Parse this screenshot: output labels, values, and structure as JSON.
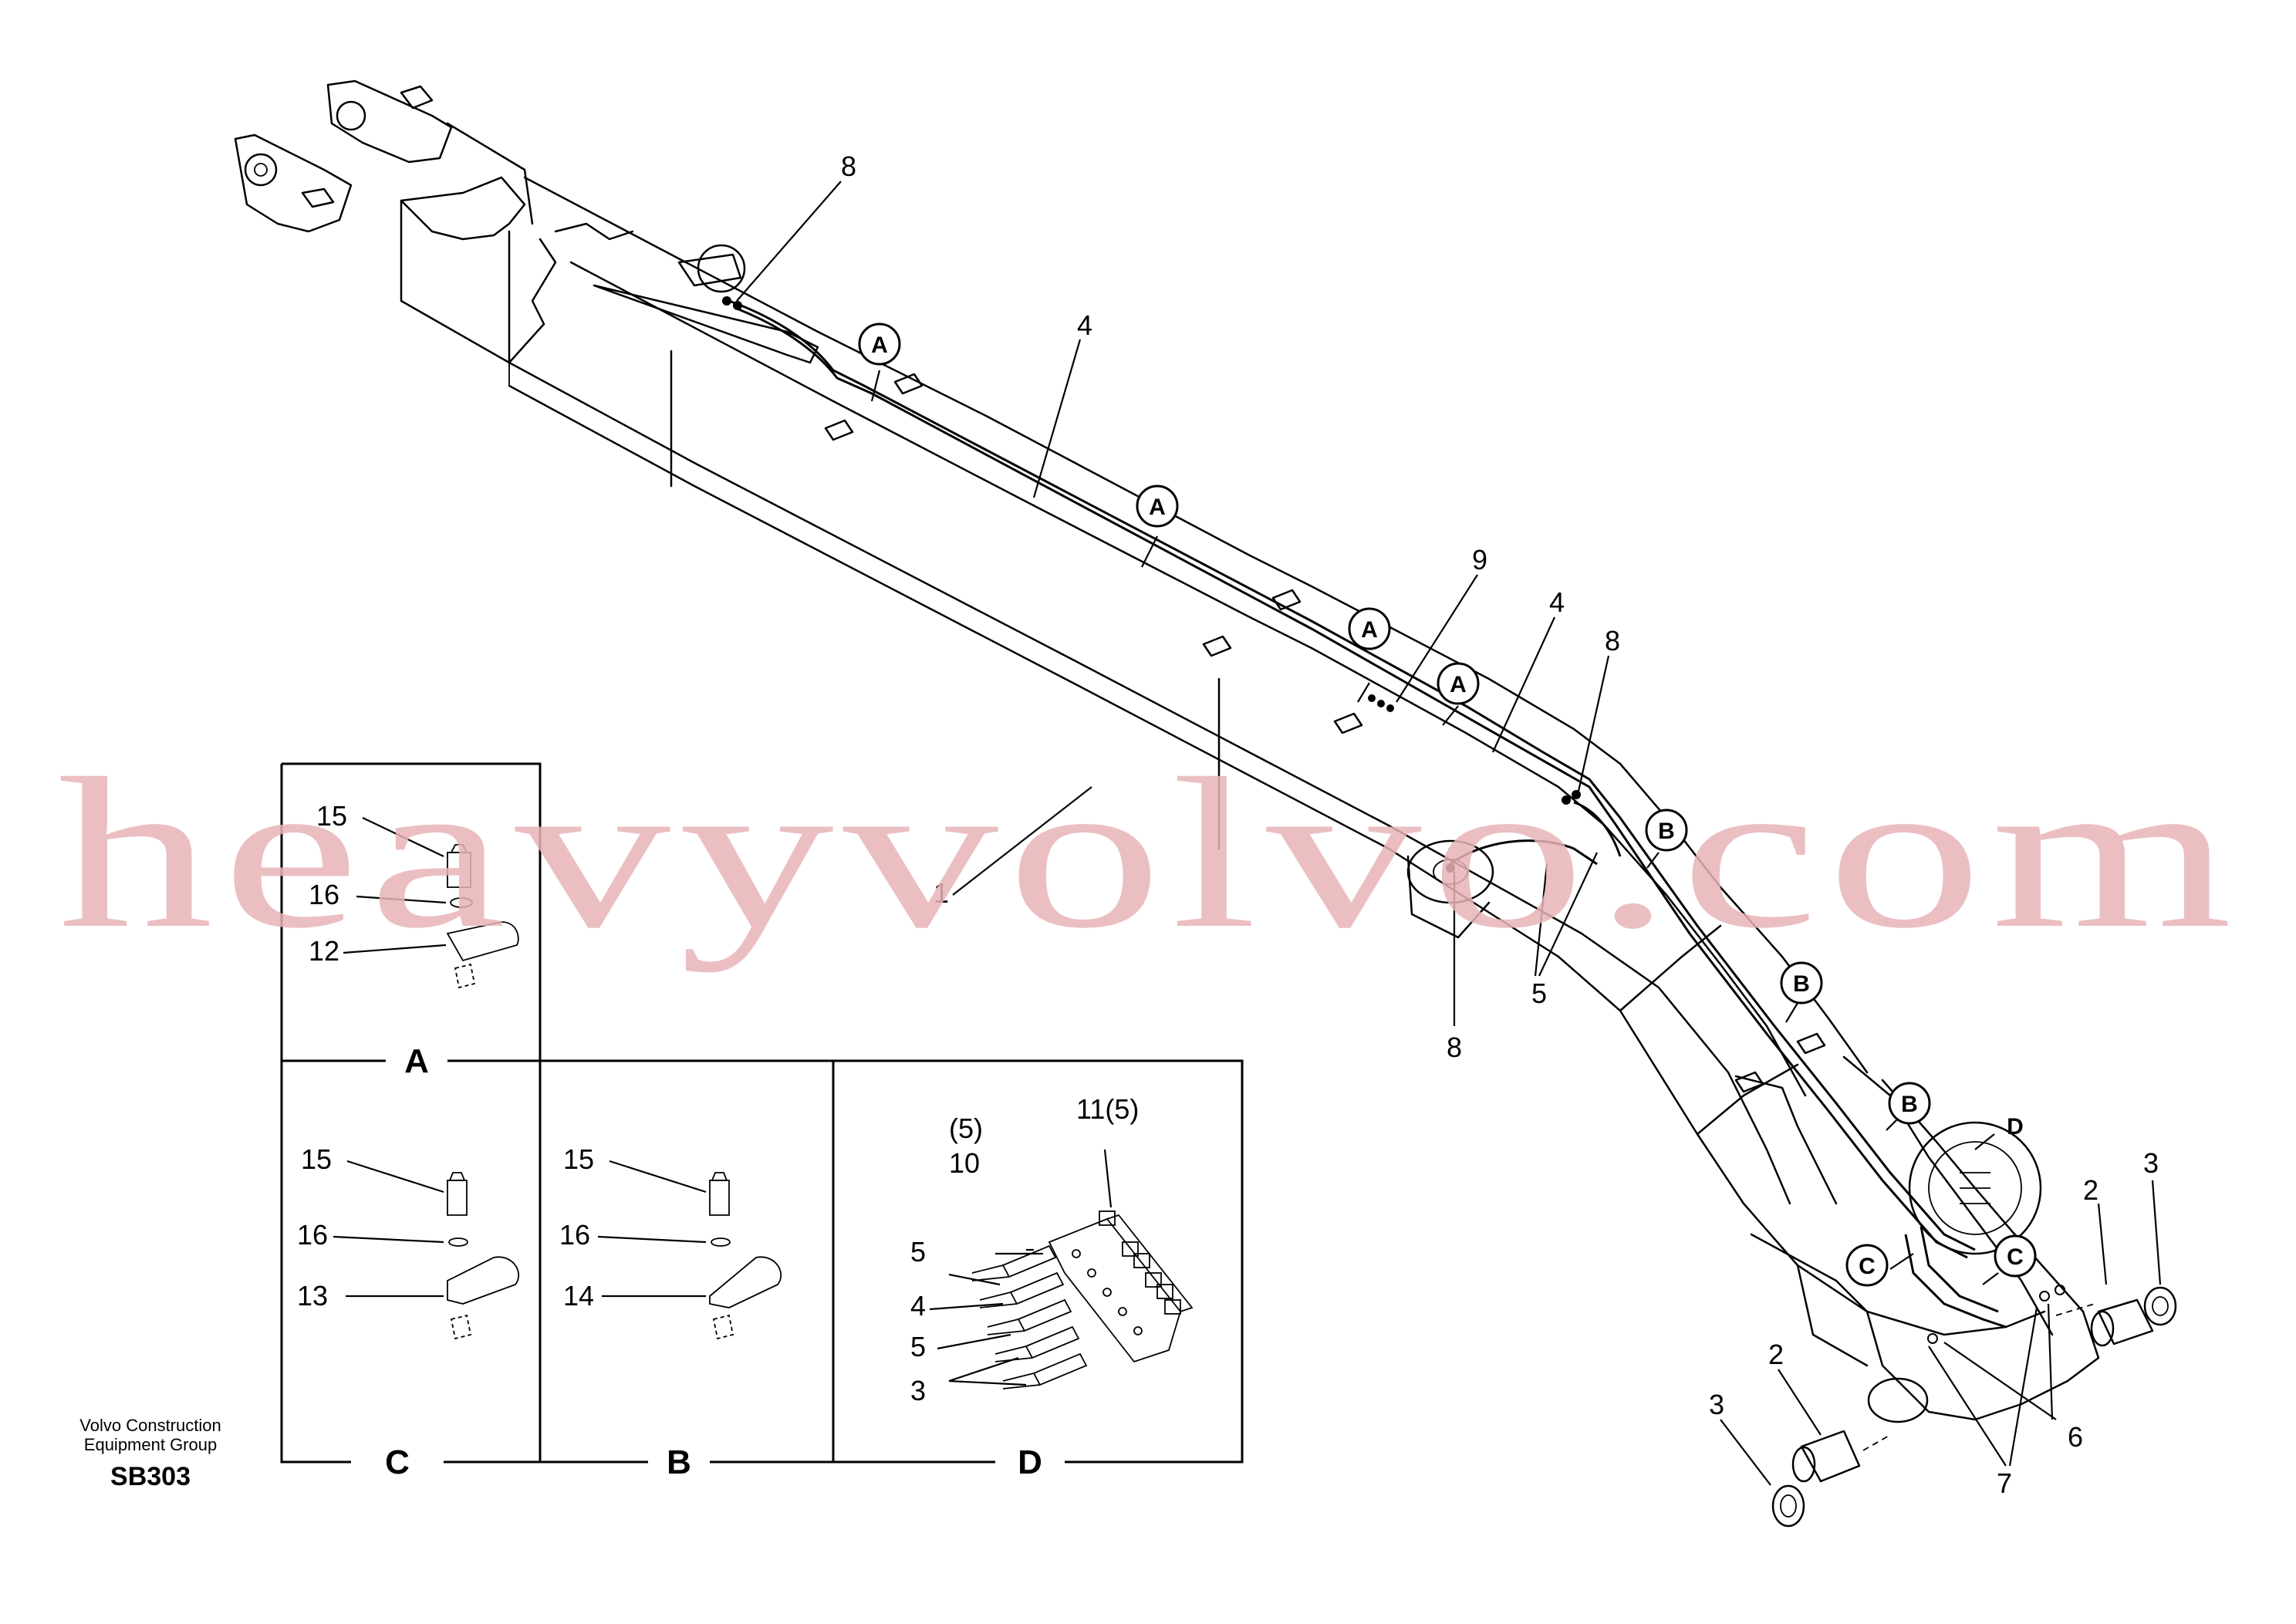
{
  "diagram": {
    "callouts": {
      "item_1": "1",
      "item_2a": "2",
      "item_2b": "2",
      "item_3a": "3",
      "item_3b": "3",
      "item_4a": "4",
      "item_4b": "4",
      "item_5": "5",
      "item_6": "6",
      "item_7": "7",
      "item_8a": "8",
      "item_8b": "8",
      "item_8c": "8",
      "item_9": "9"
    },
    "refs": {
      "A": "A",
      "B": "B",
      "C": "C",
      "D": "D"
    },
    "detail_panels": {
      "A": {
        "letter": "A",
        "labels": [
          "15",
          "16",
          "12"
        ]
      },
      "C": {
        "letter": "C",
        "labels": [
          "15",
          "16",
          "13"
        ]
      },
      "B": {
        "letter": "B",
        "labels": [
          "15",
          "16",
          "14"
        ]
      },
      "D": {
        "letter": "D",
        "labels": [
          "(5)",
          "10",
          "11(5)",
          "5",
          "4",
          "5",
          "3"
        ]
      }
    },
    "watermark": "heavyvolvo.com",
    "footer": {
      "line1": "Volvo Construction",
      "line2": "Equipment Group",
      "code": "SB303"
    }
  }
}
